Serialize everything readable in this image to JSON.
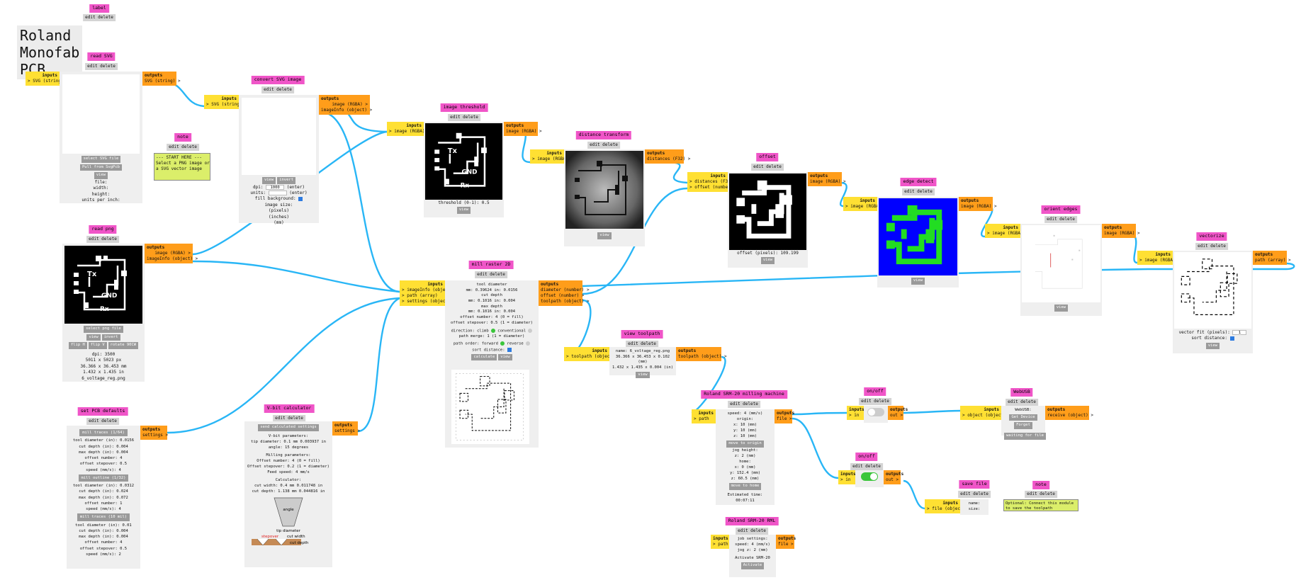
{
  "common": {
    "edit_delete": "edit delete",
    "inputs": "inputs",
    "outputs": "outputs"
  },
  "label": {
    "title": "label",
    "text": "Roland Monofab PCB"
  },
  "read_svg": {
    "title": "read SVG",
    "input": "> SVG (string)",
    "output": "SVG (string) >",
    "buttons": [
      "select SVG file",
      "Pull from SvgPcb",
      "view"
    ],
    "info": [
      "file:",
      "width:",
      "height:",
      "units per inch:"
    ]
  },
  "note1": {
    "title": "note",
    "text": "--- START HERE ---\nSelect a PNG image or\na SVG vector image"
  },
  "convert_svg": {
    "title": "convert SVG image",
    "input": "> SVG (string)",
    "outputs": [
      "image (RGBA) >",
      "imageInfo (object) >"
    ],
    "buttons": [
      "view",
      "invert"
    ],
    "dpi_label": "dpi:",
    "dpi_value": "1000",
    "dpi_unit": "(enter)",
    "units_label": "units:",
    "units_unit": "(enter)",
    "fill_label": "fill background:",
    "lines": [
      "image size:",
      "(pixels)",
      "(inches)",
      "(mm)"
    ]
  },
  "read_png": {
    "title": "read png",
    "outputs": [
      "image (RGBA) >",
      "imageInfo (object) >"
    ],
    "btn_select": "select png file",
    "buttons": [
      "flip H",
      "flip V",
      "rotate 90CW"
    ],
    "btn_view": "view",
    "btn_invert": "invert",
    "info": [
      "dpi: 3500",
      "5011 x 5023 px",
      "36.366 x 36.453 mm",
      "1.432 x 1.435 in",
      "6_voltage_reg.png"
    ]
  },
  "threshold": {
    "title": "image threshold",
    "input": "> image (RGBA)",
    "output": "image (RGBA) >",
    "label": "threshold (0-1):",
    "value": "0.5",
    "button": "view"
  },
  "distance": {
    "title": "distance transform",
    "input": "> image (RGBA)",
    "output": "distances (F32) >",
    "button": "view"
  },
  "offset": {
    "title": "offset",
    "inputs": [
      "> distances (F32)",
      "> offset (number)"
    ],
    "output": "image (RGBA) >",
    "label": "offset (pixels): 109.199",
    "button": "view"
  },
  "edge": {
    "title": "edge detect",
    "input": "> image (RGBA)",
    "output": "image (RGBA) >",
    "button": "view"
  },
  "orient": {
    "title": "orient edges",
    "input": "> image (RGBA)",
    "output": "image (RGBA) >",
    "button": "view"
  },
  "vectorize": {
    "title": "vectorize",
    "input": "> image (RGBA)",
    "output": "path (array) >",
    "fit_label": "vector fit (pixels):",
    "fit_value": "1",
    "sort_label": "sort distance:",
    "button": "view"
  },
  "mill": {
    "title": "mill raster 2D",
    "inputs": [
      "> imageInfo (object)",
      "> path (array)",
      "> settings (object)"
    ],
    "outputs": [
      "diameter (number) >",
      "offset (number) >",
      "toolpath (object) >"
    ],
    "tool_diameter": "tool diameter",
    "td_mm": "0.39624",
    "td_in": "0.0156",
    "cut_depth": "cut depth",
    "cd_mm": "0.1016",
    "cd_in": "0.004",
    "max_depth": "max depth",
    "md_mm": "0.1016",
    "md_in": "0.004",
    "offset_number_label": "offset number:",
    "offset_number": "4",
    "offset_number_note": "(0 = fill)",
    "stepover_label": "offset stepover:",
    "stepover": "0.5",
    "stepover_note": "(1 = diameter)",
    "direction_label": "direction: climb",
    "direction_alt": "conventional",
    "merge_label": "path merge:",
    "merge": "1",
    "merge_note": "(1 = diameter)",
    "order_label": "path order: forward",
    "order_alt": "reverse",
    "sort_label": "sort distance:",
    "buttons": [
      "calculate",
      "view"
    ],
    "mm": "mm:",
    "in": "in:"
  },
  "view_toolpath": {
    "title": "view toolpath",
    "input": "> toolpath (object)",
    "output": "toolpath (object) >",
    "lines": [
      "name: 6_voltage_reg.png",
      "36.366 x 36.453 x 0.102 (mm)",
      "1.432 x 1.435 x 0.004 (in)"
    ],
    "button": "view"
  },
  "pcb_defaults": {
    "title": "set PCB defaults",
    "output": "settings >",
    "sections": [
      {
        "name": "mill traces (1/64)",
        "rows": [
          [
            "tool diameter (in):",
            "0.0156"
          ],
          [
            "cut depth (in):",
            "0.004"
          ],
          [
            "max depth (in):",
            "0.004"
          ],
          [
            "offset number:",
            "4"
          ],
          [
            "offset stepover:",
            "0.5"
          ],
          [
            "speed (mm/s):",
            "4"
          ]
        ]
      },
      {
        "name": "mill outline (1/32)",
        "rows": [
          [
            "tool diameter (in):",
            "0.0312"
          ],
          [
            "cut depth (in):",
            "0.024"
          ],
          [
            "max depth (in):",
            "0.072"
          ],
          [
            "offset number:",
            "1"
          ],
          [
            "speed (mm/s):",
            "4"
          ]
        ]
      },
      {
        "name": "mill traces (10 mil)",
        "rows": [
          [
            "tool diameter (in):",
            "0.01"
          ],
          [
            "cut depth (in):",
            "0.004"
          ],
          [
            "max depth (in):",
            "0.004"
          ],
          [
            "offset number:",
            "4"
          ],
          [
            "offset stepover:",
            "0.5"
          ],
          [
            "speed (mm/s):",
            "2"
          ]
        ]
      }
    ]
  },
  "vbit": {
    "title": "V-bit calculator",
    "output": "settings >",
    "send": "send calculated settings",
    "vbit_params": "V-bit parameters:",
    "tip_label": "tip diameter:",
    "tip": "0.1",
    "tip_unit": "mm 0.003937 in",
    "angle_label": "angle:",
    "angle": "15",
    "angle_unit": "degrees",
    "mill_params": "Milling parameters:",
    "on_label": "Offset number:",
    "on": "4",
    "on_note": "(0 = fill)",
    "os_label": "Offset stepover:",
    "os": "0.2",
    "os_note": "(1 = diameter)",
    "fs_label": "Feed speed:",
    "fs": "4",
    "fs_unit": "mm/s",
    "calc": "Calculator:",
    "cw": "cut width: 0.4   mm 0.011748 in",
    "cdp": "cut depth: 1.138  mm 0.044816 in",
    "diag_angle": "angle",
    "diag_tip": "tip diameter",
    "diag_stepover": "stepover",
    "diag_cutwidth": "cut width",
    "diag_cutdepth": "cut depth"
  },
  "roland": {
    "title": "Roland SRM-20 milling machine",
    "input": "> path",
    "output": "file >",
    "speed_label": "speed:",
    "speed": "4",
    "speed_unit": "(mm/s)",
    "origin": "origin:",
    "origin_rows": [
      [
        "x:",
        "10",
        "(mm)"
      ],
      [
        "y:",
        "10",
        "(mm)"
      ],
      [
        "z:",
        "10",
        "(mm)"
      ]
    ],
    "btn_origin": "move to origin",
    "jog": "jog height:",
    "jog_row": [
      "z:",
      "2",
      "(mm)"
    ],
    "home": "home:",
    "home_rows": [
      [
        "x:",
        "0",
        "(mm)"
      ],
      [
        "y:",
        "152.4",
        "(mm)"
      ],
      [
        "z:",
        "60.5",
        "(mm)"
      ]
    ],
    "btn_home": "move to home",
    "estimated": "Estimated time: 00:07:11"
  },
  "roland_rml": {
    "title": "Roland SRM-20 RML",
    "input": "> path",
    "output": "file >",
    "job": "job settings:",
    "speed_label": "speed:",
    "speed": "4",
    "speed_unit": "(mm/s)",
    "jog_label": "jog z:",
    "jog": "2",
    "jog_unit": "(mm)",
    "activate": "Activate SRM-20",
    "button": "Activate"
  },
  "onoff1": {
    "title": "on/off",
    "input": "> in",
    "output": "out >"
  },
  "onoff2": {
    "title": "on/off",
    "input": "> in",
    "output": "out >"
  },
  "webusb": {
    "title": "WebUSB",
    "input": "> object (object)",
    "output": "receive (object) >",
    "label": "WebUSB:",
    "btn_device": "Get Device",
    "btn_forget": "Forget",
    "waiting": "waiting for file"
  },
  "save_file": {
    "title": "save file",
    "input": "> file (object)",
    "name": "name:",
    "size": "size:"
  },
  "note2": {
    "title": "note",
    "text": "Optional: Connect this module\nto save the toolpath"
  },
  "pcb_labels": {
    "tx": "Tx",
    "gnd": "GND",
    "rx": "Rx"
  },
  "colors": {
    "title_pink": "#f055c8",
    "inputs_yellow": "#ffe033",
    "outputs_orange": "#ff9d1a",
    "wire_blue": "#29b6f6",
    "edge_blue": "#0000ff",
    "edge_green": "#22dd22",
    "toggle_green": "#3cc63c"
  }
}
